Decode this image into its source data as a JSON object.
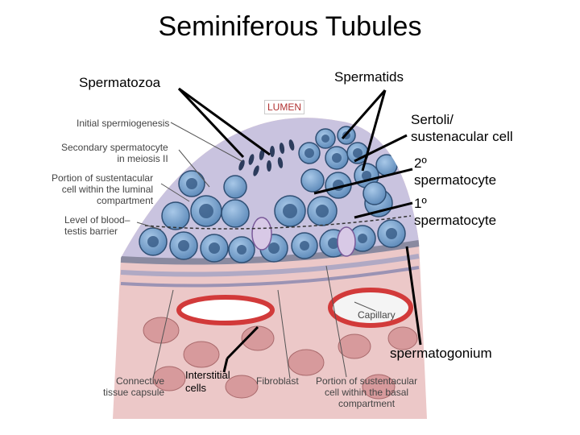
{
  "title": "Seminiferous Tubules",
  "labels": {
    "spermatozoa": "Spermatozoa",
    "spermatids": "Spermatids",
    "sertoli": "Sertoli/\nsustenacular cell",
    "secondary": "2º\nspermatocyte",
    "primary": "1º\nspermatocyte",
    "spermatogonium": "spermatogonium",
    "interstitial": "Interstitial\ncells"
  },
  "figure_labels": {
    "lumen": "LUMEN",
    "initial_spermiogenesis": "Initial spermiogenesis",
    "secondary_meiosis": "Secondary spermatocyte\nin meiosis II",
    "portion_luminal": "Portion of sustentacular\ncell within the luminal\ncompartment",
    "blood_testis": "Level of blood–\ntestis barrier",
    "capillary": "Capillary",
    "connective": "Connective\ntissue capsule",
    "fibroblast": "Fibroblast",
    "portion_basal": "Portion of sustentacular\ncell within the basal\ncompartment"
  },
  "colors": {
    "cell_blue": "#6f9fcf",
    "nucleus_blue": "#3a5f8a",
    "lumen_lavender": "#c9c3df",
    "sertoli_purple": "#d8c9e6",
    "connective_pink": "#e7bfc0",
    "capillary_red": "#d23a3a"
  }
}
